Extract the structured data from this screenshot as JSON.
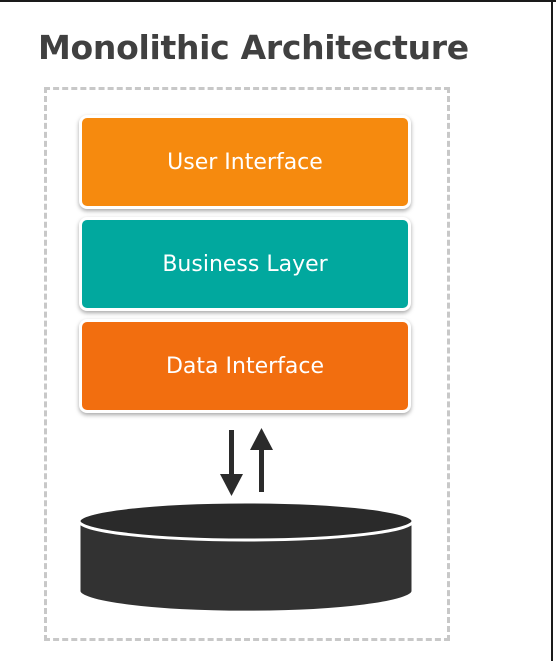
{
  "title": "Monolithic Architecture",
  "layers": [
    {
      "label": "User Interface",
      "color": "#F68A0E"
    },
    {
      "label": "Business Layer",
      "color": "#01A89E"
    },
    {
      "label": "Data Interface",
      "color": "#F26E0F"
    }
  ],
  "arrows": [
    {
      "direction": "down"
    },
    {
      "direction": "up"
    }
  ],
  "database": {
    "icon": "database-cylinder-icon",
    "color": "#323232"
  },
  "frame": {
    "style": "dashed",
    "color": "#C8C8C8"
  }
}
